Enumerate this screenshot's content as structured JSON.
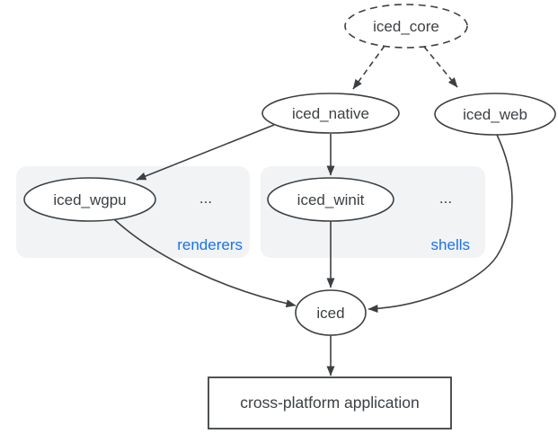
{
  "colors": {
    "line": "#3c4043",
    "node_text": "#3c4043",
    "group_bg": "#f1f3f4",
    "group_label": "#1a73e8",
    "node_fill": "#ffffff",
    "background": "#ffffff"
  },
  "nodes": {
    "iced_core": {
      "label": "iced_core",
      "shape": "dashed-ellipse"
    },
    "iced_native": {
      "label": "iced_native",
      "shape": "ellipse"
    },
    "iced_web": {
      "label": "iced_web",
      "shape": "ellipse"
    },
    "iced_wgpu": {
      "label": "iced_wgpu",
      "shape": "ellipse"
    },
    "iced_winit": {
      "label": "iced_winit",
      "shape": "ellipse"
    },
    "iced": {
      "label": "iced",
      "shape": "ellipse"
    },
    "app": {
      "label": "cross-platform application",
      "shape": "rect"
    }
  },
  "groups": {
    "renderers": {
      "label": "renderers",
      "ellipsis": "..."
    },
    "shells": {
      "label": "shells",
      "ellipsis": "..."
    }
  },
  "edges": [
    {
      "from": "iced_core",
      "to": "iced_native",
      "style": "dashed"
    },
    {
      "from": "iced_core",
      "to": "iced_web",
      "style": "dashed"
    },
    {
      "from": "iced_native",
      "to": "iced_wgpu",
      "style": "solid"
    },
    {
      "from": "iced_native",
      "to": "iced_winit",
      "style": "solid"
    },
    {
      "from": "iced_wgpu",
      "to": "iced",
      "style": "solid"
    },
    {
      "from": "iced_winit",
      "to": "iced",
      "style": "solid"
    },
    {
      "from": "iced_web",
      "to": "iced",
      "style": "solid"
    },
    {
      "from": "iced",
      "to": "app",
      "style": "solid"
    }
  ]
}
